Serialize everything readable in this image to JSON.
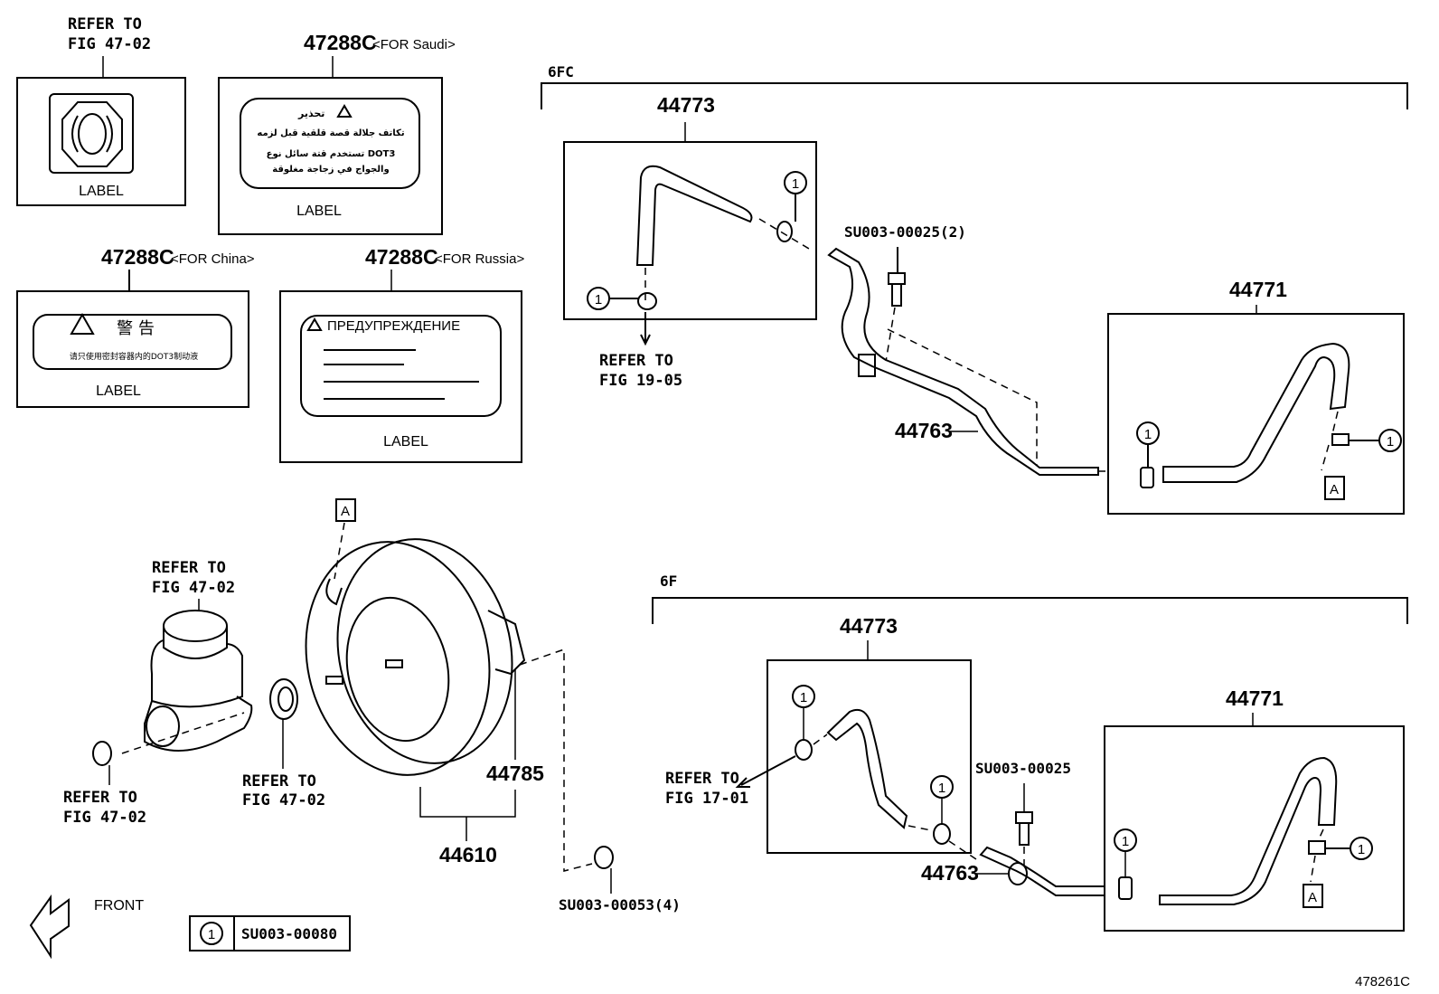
{
  "diagram_id": "478261C",
  "labels": {
    "top_left_ref": [
      "REFER TO",
      "FIG 47-02"
    ],
    "top_left_caption": "LABEL",
    "saudi": {
      "part": "47288C",
      "qualifier": "<FOR Saudi>",
      "caption": "LABEL",
      "text_lines": [
        "تحذير",
        "تكاتف جلالة قصة قلقية قبل لزمه",
        "تستخدم قتة سائل نوع DOT3",
        "والجواج في زجاجة مغلوقة"
      ]
    },
    "china": {
      "part": "47288C",
      "qualifier": "<FOR China>",
      "caption": "LABEL",
      "heading": "警  告",
      "text": "请只使用密封容器内的DOT3制动液"
    },
    "russia": {
      "part": "47288C",
      "qualifier": "<FOR Russia>",
      "caption": "LABEL",
      "heading": "ПРЕДУПРЕЖДЕНИЕ"
    }
  },
  "groups": {
    "6fc": {
      "title": "6FC",
      "hose_upper": "44773",
      "refer_upper": [
        "REFER TO",
        "FIG 19-05"
      ],
      "bolt": "SU003-00025(2)",
      "pipe": "44763",
      "hose_lower": "44771",
      "callout": "1",
      "marker": "A"
    },
    "6f": {
      "title": "6F",
      "hose_upper": "44773",
      "refer_upper": [
        "REFER TO",
        "FIG 17-01"
      ],
      "bolt": "SU003-00025",
      "pipe": "44763",
      "hose_lower": "44771",
      "callout": "1",
      "marker": "A"
    }
  },
  "booster": {
    "marker": "A",
    "reservoir_ref": [
      "REFER TO",
      "FIG 47-02"
    ],
    "nut_ref": [
      "REFER TO",
      "FIG 47-02"
    ],
    "seal_ref": [
      "REFER TO",
      "FIG 47-02"
    ],
    "gasket": "44785",
    "assembly": "44610",
    "nut": "SU003-00053(4)"
  },
  "front_label": "FRONT",
  "legend": {
    "callout": "1",
    "part": "SU003-00080"
  }
}
